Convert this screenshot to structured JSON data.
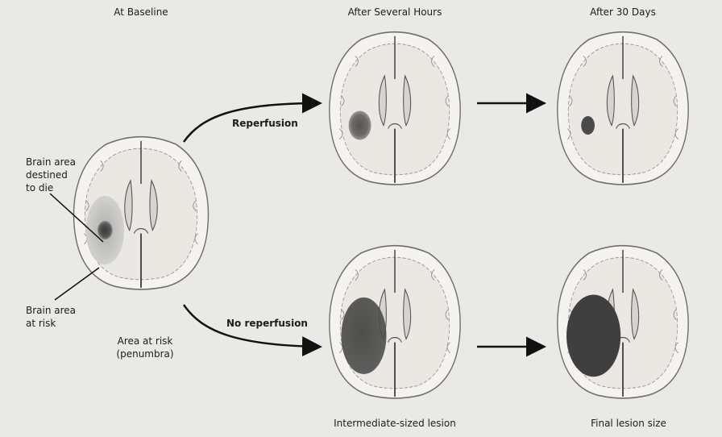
{
  "columns": {
    "baseline": "At Baseline",
    "hours": "After Several Hours",
    "days30": "After 30 Days"
  },
  "labels": {
    "destined_line1": "Brain area",
    "destined_line2": "destined",
    "destined_line3": "to die",
    "risk_line1": "Brain area",
    "risk_line2": "at risk",
    "penumbra_line1": "Area at risk",
    "penumbra_line2": "(penumbra)",
    "reperfusion": "Reperfusion",
    "no_reperfusion": "No reperfusion",
    "intermediate": "Intermediate-sized lesion",
    "final": "Final lesion size"
  }
}
